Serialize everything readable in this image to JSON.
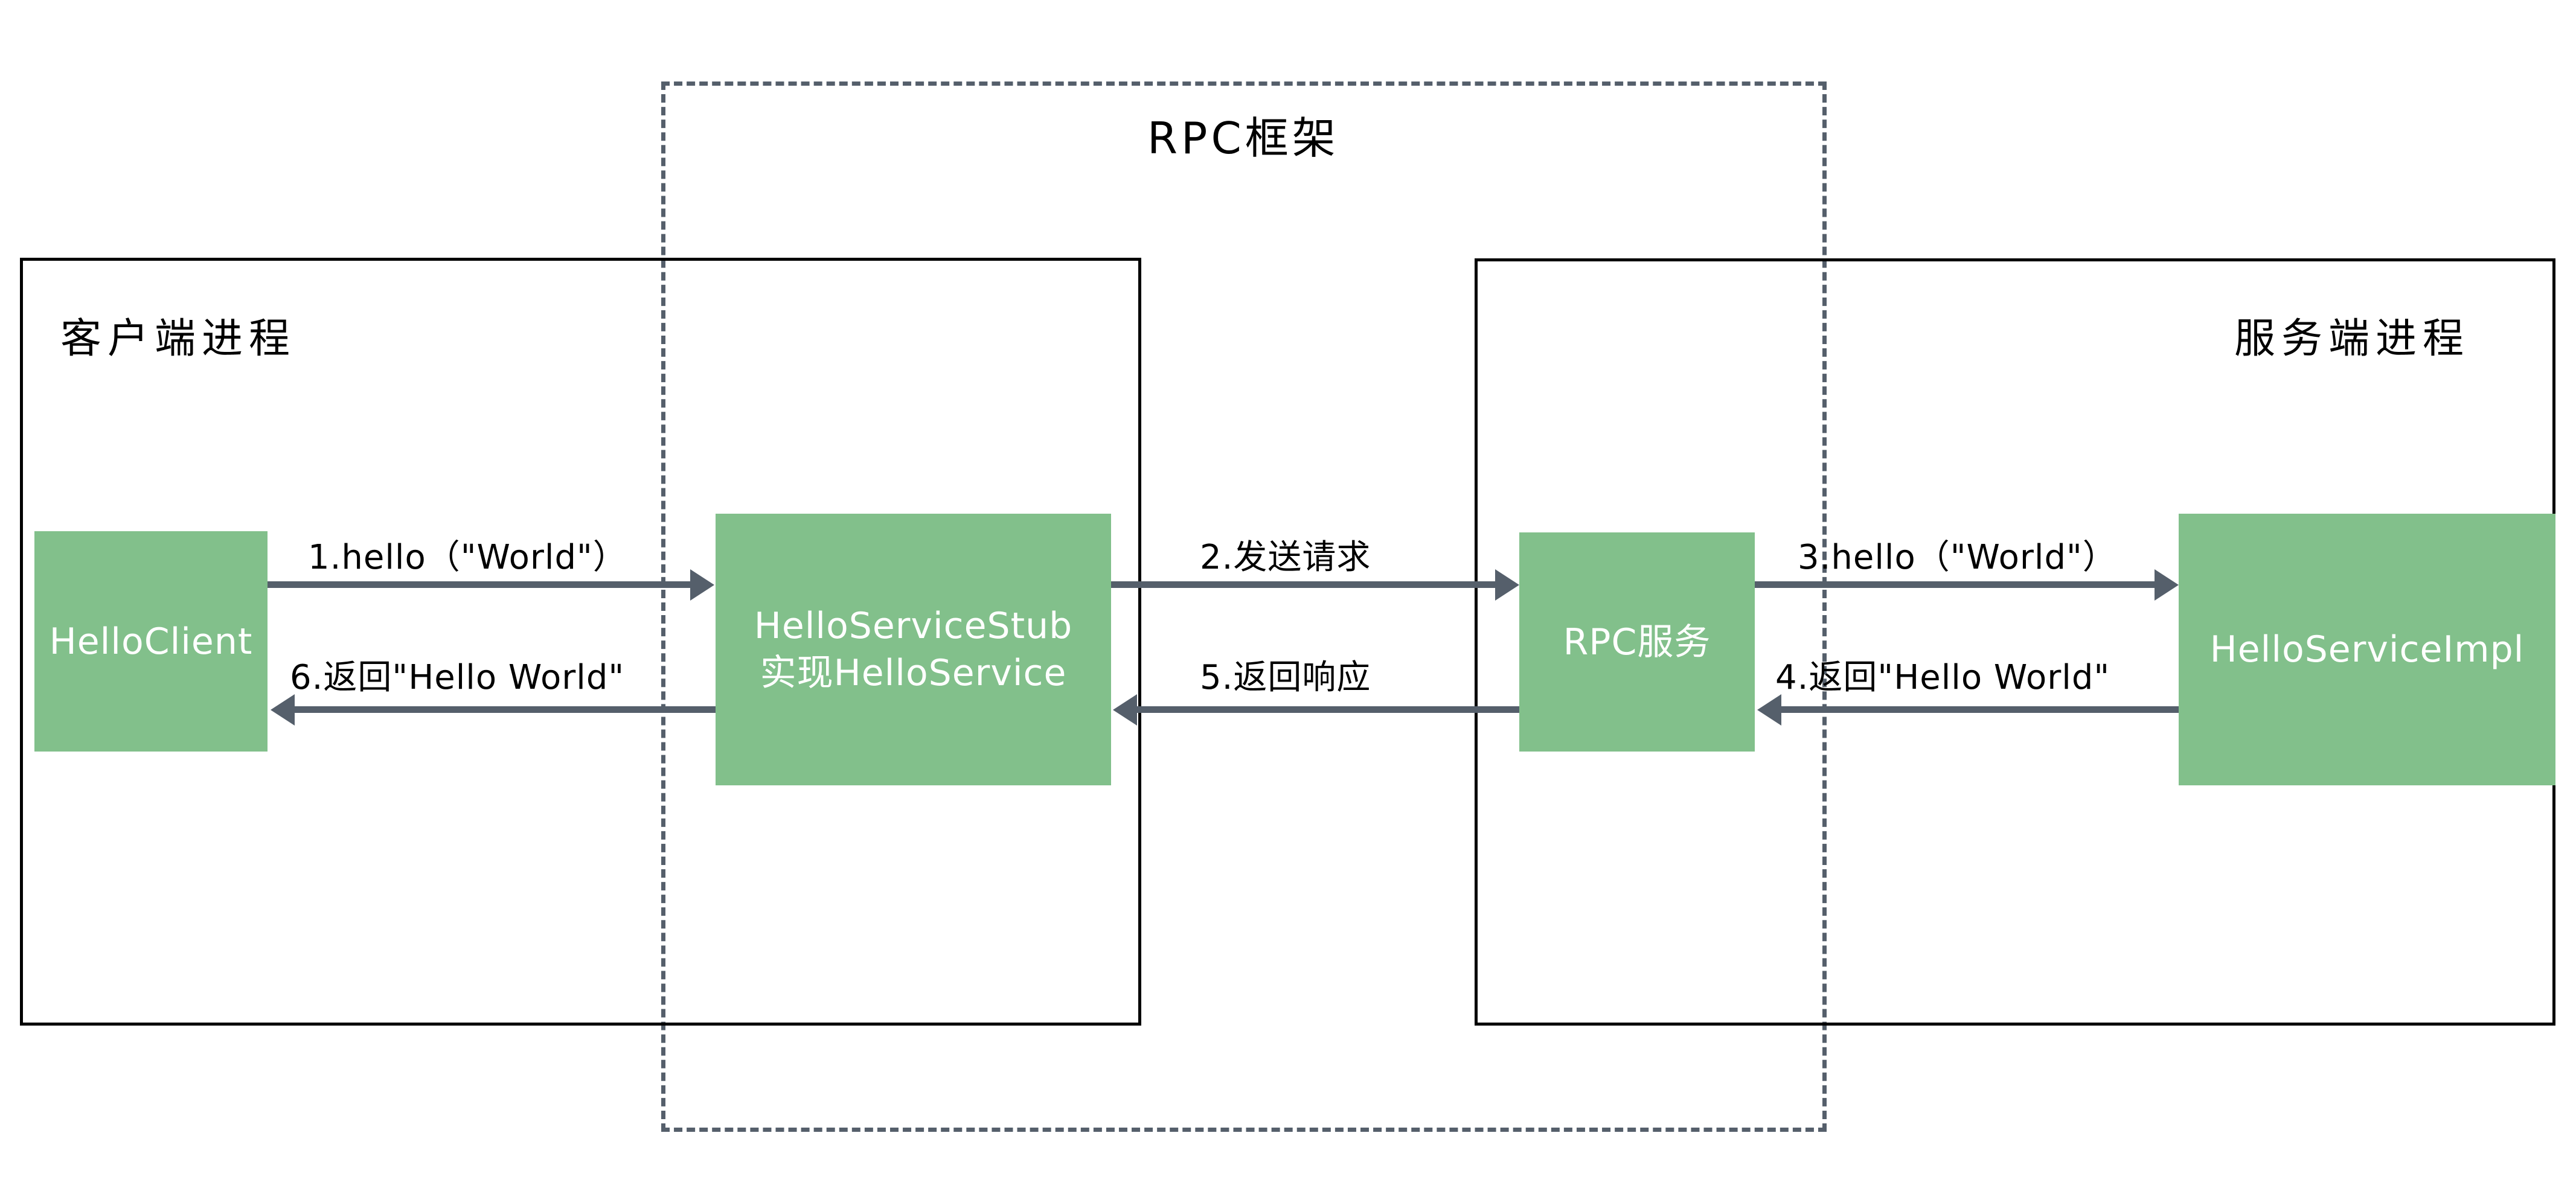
{
  "diagram": {
    "frame_title": "RPC框架",
    "client_process_label": "客户端进程",
    "server_process_label": "服务端进程",
    "nodes": {
      "hello_client": "HelloClient",
      "stub_line1": "HelloServiceStub",
      "stub_line2": "实现HelloService",
      "rpc_service": "RPC服务",
      "hello_service_impl": "HelloServiceImpl"
    },
    "arrows": [
      {
        "id": "step1",
        "label": "1.hello（\"World\"）",
        "direction": "right"
      },
      {
        "id": "step6",
        "label": "6.返回\"Hello World\"",
        "direction": "left"
      },
      {
        "id": "step2",
        "label": "2.发送请求",
        "direction": "right"
      },
      {
        "id": "step5",
        "label": "5.返回响应",
        "direction": "left"
      },
      {
        "id": "step3",
        "label": "3.hello（\"World\"）",
        "direction": "right"
      },
      {
        "id": "step4",
        "label": "4.返回\"Hello World\"",
        "direction": "left"
      }
    ],
    "colors": {
      "node_fill": "#82c08b",
      "node_text": "#ffffff",
      "arrow": "#555f6b",
      "frame_border": "#555f6b",
      "process_border": "#000000",
      "background": "#ffffff"
    }
  }
}
